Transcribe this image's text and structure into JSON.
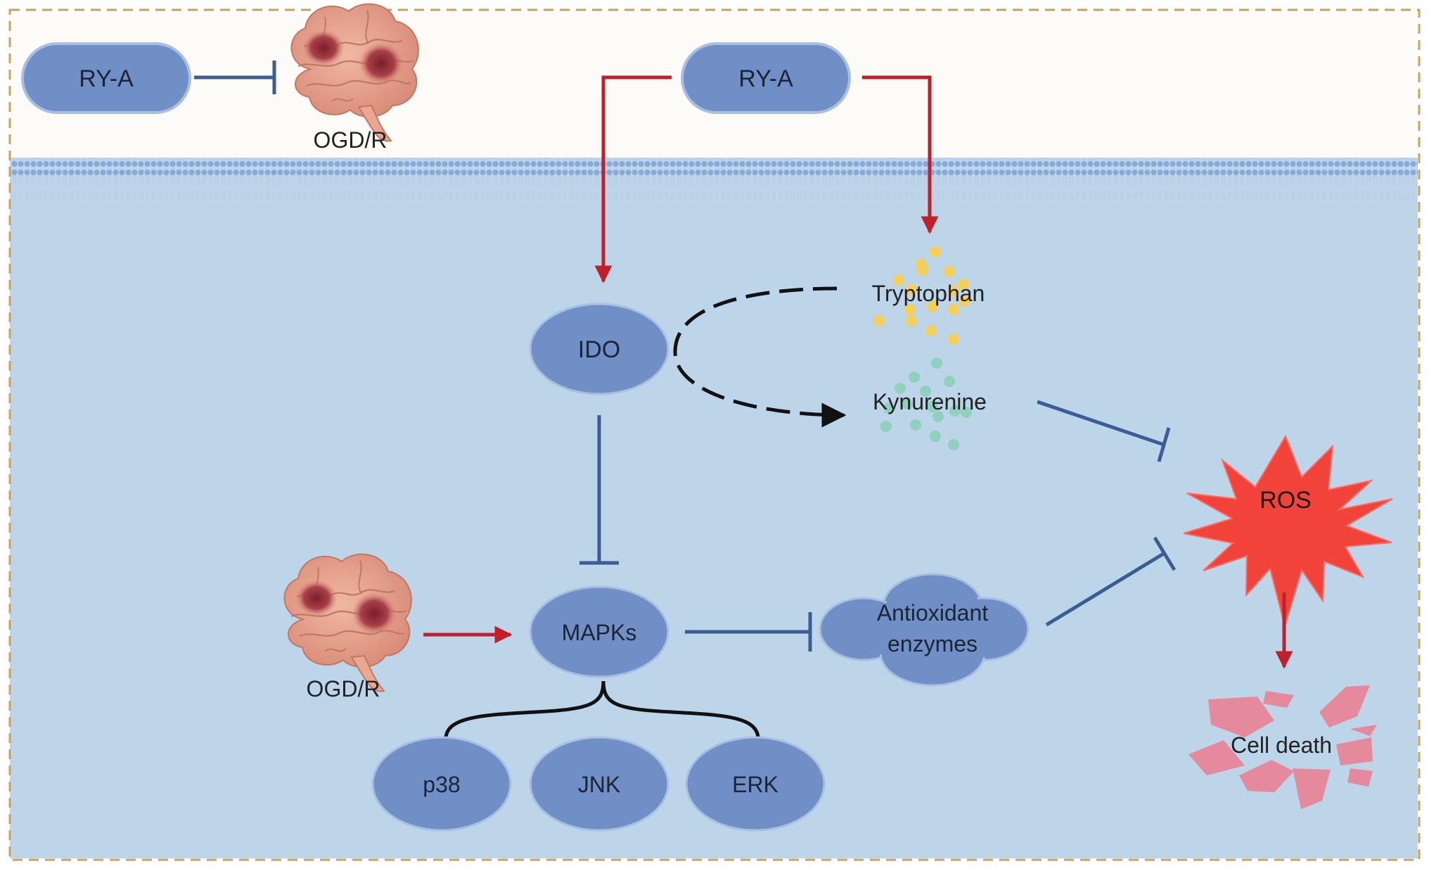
{
  "labels": {
    "ry_a_left": "RY-A",
    "ry_a_top": "RY-A",
    "ogdr_top": "OGD/R",
    "ogdr_bottom": "OGD/R",
    "ido": "IDO",
    "tryptophan": "Tryptophan",
    "kynurenine": "Kynurenine",
    "ros": "ROS",
    "cell_death": "Cell death",
    "mapks": "MAPKs",
    "antioxidant_line1": "Antioxidant",
    "antioxidant_line2": "enzymes",
    "p38": "p38",
    "jnk": "JNK",
    "erk": "ERK"
  },
  "colors": {
    "activation": "#c0202a",
    "inhibition": "#3b5c94",
    "node_fill": "#6f8fc6",
    "cell_interior": "#bcd5e9",
    "extracellular": "#fdfbf8",
    "membrane": "#8aa9db",
    "ros": "#f2433b",
    "cell_death": "#e58a9c",
    "tryptophan_dots": "#f5cf57",
    "kynurenine_dots": "#8fd1bd",
    "frame": "#c9a25d"
  }
}
